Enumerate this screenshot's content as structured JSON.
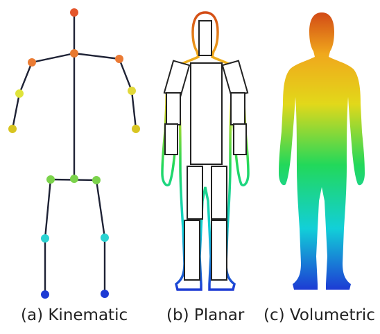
{
  "captions": {
    "kinematic": "(a) Kinematic",
    "planar": "(b) Planar",
    "volumetric": "(c) Volumetric"
  },
  "colors": {
    "bone": "#1e2235",
    "outline_stroke": "#222222",
    "gradient_top": "#d24a16",
    "gradient_upper": "#f0a81c",
    "gradient_mid_upper": "#e2d81a",
    "gradient_mid": "#22d85a",
    "gradient_mid_lower": "#12cfd8",
    "gradient_bottom": "#1d3bd4"
  }
}
